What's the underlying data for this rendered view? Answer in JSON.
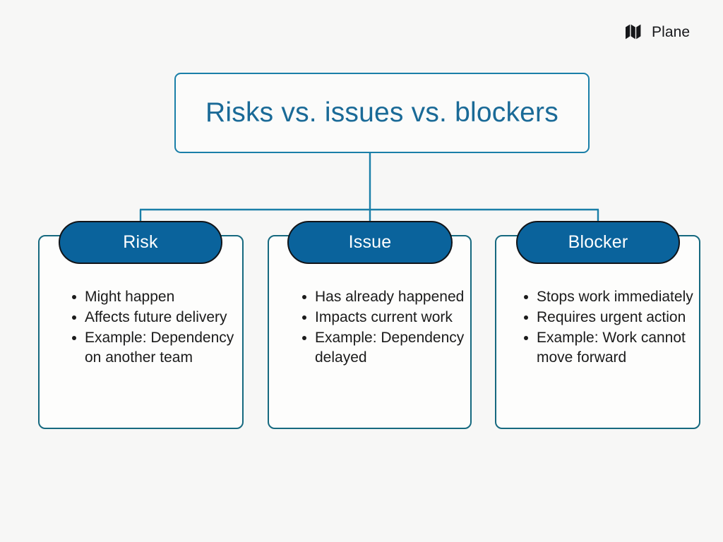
{
  "brand": {
    "name": "Plane",
    "logo_icon": "plane-logo-icon"
  },
  "diagram": {
    "title": "Risks vs. issues vs. blockers",
    "colors": {
      "background": "#f7f7f6",
      "title_border": "#1a7fa8",
      "title_text": "#1a6a97",
      "card_border": "#16697f",
      "pill_fill": "#0a639c",
      "pill_border": "#111418",
      "pill_text": "#ffffff",
      "body_text": "#1b1b1b",
      "connector": "#1a7fa8"
    },
    "columns": [
      {
        "header": "Risk",
        "items": [
          "Might happen",
          "Affects future delivery",
          "Example: Dependency on another team"
        ]
      },
      {
        "header": "Issue",
        "items": [
          "Has already happened",
          "Impacts current work",
          "Example: Dependency delayed"
        ]
      },
      {
        "header": "Blocker",
        "items": [
          "Stops work immediately",
          "Requires urgent action",
          "Example: Work cannot move forward"
        ]
      }
    ]
  }
}
